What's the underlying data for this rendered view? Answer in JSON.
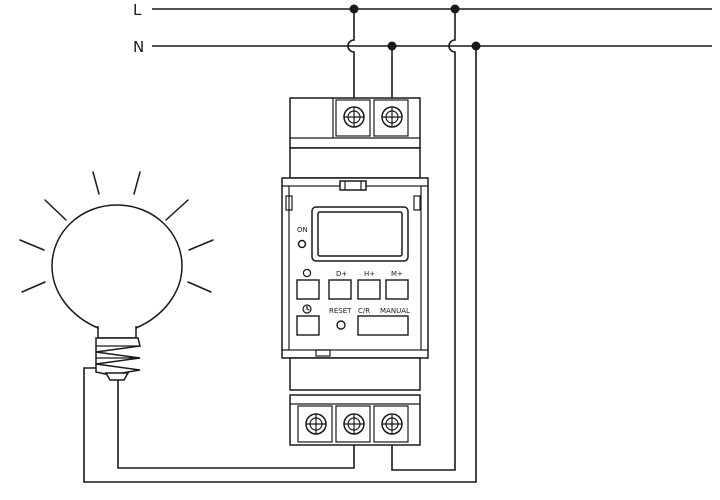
{
  "lines": {
    "live_label": "L",
    "neutral_label": "N"
  },
  "device": {
    "on_label": "ON",
    "btn_d_label": "D+",
    "btn_h_label": "H+",
    "btn_m_label": "M+",
    "reset_label": "RESET",
    "cr_label": "C/R",
    "manual_label": "MANUAL"
  },
  "colors": {
    "ink": "#1a1a1a",
    "background": "#ffffff"
  }
}
